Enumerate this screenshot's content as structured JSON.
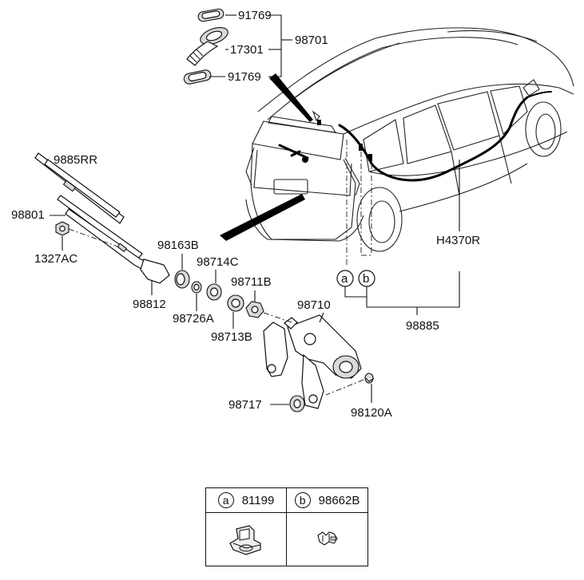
{
  "labels": {
    "p91769_top": "91769",
    "p17301": "17301",
    "p91769_bottom": "91769",
    "p98701": "98701",
    "p9885RR": "9885RR",
    "p98801": "98801",
    "p1327AC": "1327AC",
    "p98163B": "98163B",
    "p98714C": "98714C",
    "p98812": "98812",
    "p98726A": "98726A",
    "p98711B": "98711B",
    "p98713B": "98713B",
    "p98710": "98710",
    "p98717": "98717",
    "p98120A": "98120A",
    "pH4370R": "H4370R",
    "p98885": "98885",
    "callout_a": "a",
    "callout_b": "b"
  },
  "legend": {
    "a": {
      "letter": "a",
      "part": "81199"
    },
    "b": {
      "letter": "b",
      "part": "98662B"
    }
  }
}
